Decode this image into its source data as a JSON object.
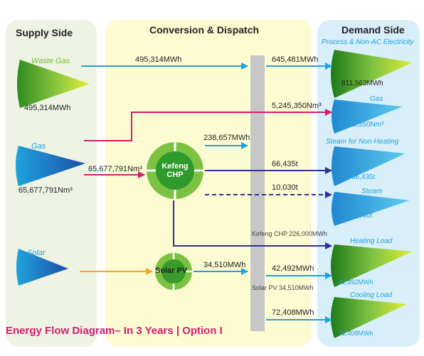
{
  "panels": {
    "supply": "Supply Side",
    "conversion": "Conversion & Dispatch",
    "demand": "Demand Side"
  },
  "supply": {
    "waste_gas": {
      "name": "Waste Gas",
      "value": "495,314MWh"
    },
    "gas": {
      "name": "Gas",
      "value": "65,677,791Nm³"
    },
    "solar": {
      "name": "Solar"
    }
  },
  "conversion": {
    "chp": "Kefeng CHP",
    "solar_pv": "Solar PV"
  },
  "flows": {
    "waste_gas_out": "495,314MWh",
    "to_process_elec": "645,481MWh",
    "to_gas": "5,245,350Nm³",
    "gas_in_chp": "65,677,791Nm³",
    "chp_elec": "238,657MWh",
    "to_steam_nonheat": "66,435t",
    "to_steam": "10,030t",
    "solar_pv_out": "34,510MWh",
    "to_heating_load": "42,492MWh",
    "to_cooling_load": "72,408MWh",
    "bus_note_1": "Kefeng CHP 226,000MWh",
    "bus_note_2": "Solar PV 34,510MWh"
  },
  "demand": {
    "process_elec": {
      "name": "Process & Non-AC Electricity",
      "value": "811,563MWh"
    },
    "gas": {
      "name": "Gas",
      "value": "5,245,350Nm³"
    },
    "steam_nonheat": {
      "name": "Steam for Non-Heating",
      "value": "66,435t"
    },
    "steam": {
      "name": "Steam",
      "value": "10,030t"
    },
    "heating_load": {
      "name": "Heating Load",
      "value": "42,492MWh"
    },
    "cooling_load": {
      "name": "Cooling Load",
      "value": "72,408MWh"
    }
  },
  "caption": "Energy Flow Diagram–  In 3 Years | Option I",
  "colors": {
    "pink": "#d21f73",
    "navy": "#2e3192",
    "cyan": "#1fa3dc",
    "orange": "#f7a823",
    "green": "#5aa81f"
  }
}
